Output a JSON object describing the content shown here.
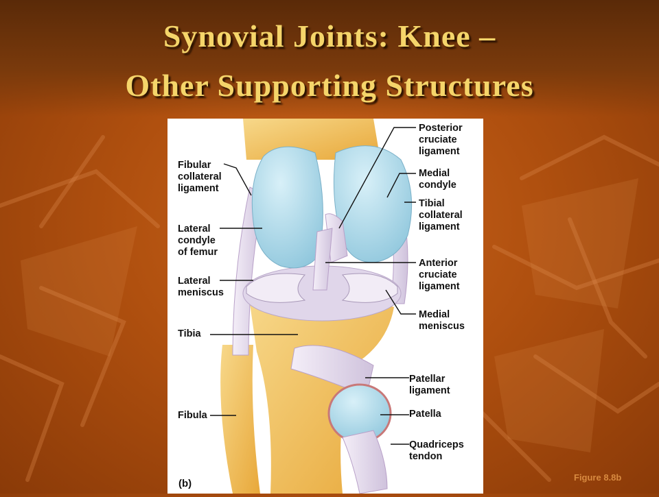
{
  "slide": {
    "title_line1": "Synovial Joints: Knee –",
    "title_line2": "Other Supporting Structures",
    "figure_ref": "Figure 8.8b"
  },
  "diagram": {
    "panel_tag": "(b)",
    "labels": {
      "fibular_collateral": "Fibular\ncollateral\nligament",
      "lateral_condyle": "Lateral\ncondyle\nof femur",
      "lateral_meniscus": "Lateral\nmeniscus",
      "tibia": "Tibia",
      "fibula": "Fibula",
      "posterior_cruciate": "Posterior\ncruciate\nligament",
      "medial_condyle": "Medial\ncondyle",
      "tibial_collateral": "Tibial\ncollateral\nligament",
      "anterior_cruciate": "Anterior\ncruciate\nligament",
      "medial_meniscus": "Medial\nmeniscus",
      "patellar_ligament": "Patellar\nligament",
      "patella": "Patella",
      "quadriceps_tendon": "Quadriceps\ntendon"
    }
  },
  "colors": {
    "background": "#b0500f",
    "title": "#f5d56a",
    "cartilage": "#a8d8e8",
    "bone": "#f0c060",
    "ligament": "#e8e0f0"
  }
}
